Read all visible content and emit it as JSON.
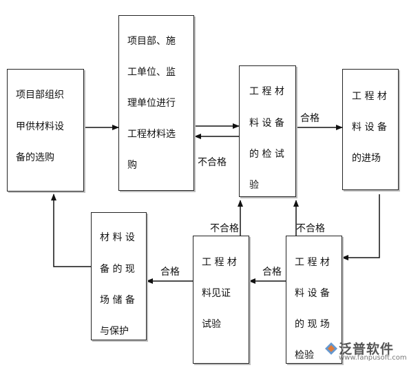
{
  "boxes": {
    "procure": {
      "lines": [
        "项目部组织",
        "甲供材料设",
        "备的选购"
      ]
    },
    "select": {
      "lines": [
        "项目部、施",
        "工单位、监",
        "理单位进行",
        "工程材料选",
        "购"
      ]
    },
    "test": {
      "lines": [
        "工 程 材",
        "料 设 备",
        "的 检 试",
        "验"
      ]
    },
    "arrive": {
      "lines": [
        "工 程 材",
        "料 设 备",
        "的进场"
      ]
    },
    "storage": {
      "lines": [
        "材 料 设",
        "备 的 现",
        "场 储 备",
        "与保护"
      ]
    },
    "witness": {
      "lines": [
        "工 程 材",
        "料见证",
        "试验"
      ]
    },
    "onsite": {
      "lines": [
        "工 程 材",
        "料 设 备",
        "的 现 场",
        "检验"
      ]
    }
  },
  "labels": {
    "pass1": "合格",
    "fail1": "不合格",
    "fail2": "不合格",
    "fail3": "不合格",
    "pass2": "合格",
    "pass3": "合格"
  },
  "watermark": {
    "brand": "泛普软件",
    "url": "www.fanpusoft.com"
  }
}
